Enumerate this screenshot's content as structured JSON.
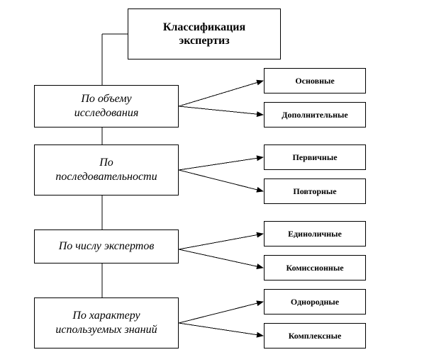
{
  "title": "Классификация\nэкспертиз",
  "categories": [
    {
      "label": "По объему\nисследования",
      "types": [
        "Основные",
        "Дополнительные"
      ]
    },
    {
      "label": "По\nпоследовательности",
      "types": [
        "Первичные",
        "Повторные"
      ]
    },
    {
      "label": "По числу экспертов",
      "types": [
        "Единоличные",
        "Комиссионные"
      ]
    },
    {
      "label": "По характеру\nиспользуемых знаний",
      "types": [
        "Однородные",
        "Комплексные"
      ]
    }
  ]
}
